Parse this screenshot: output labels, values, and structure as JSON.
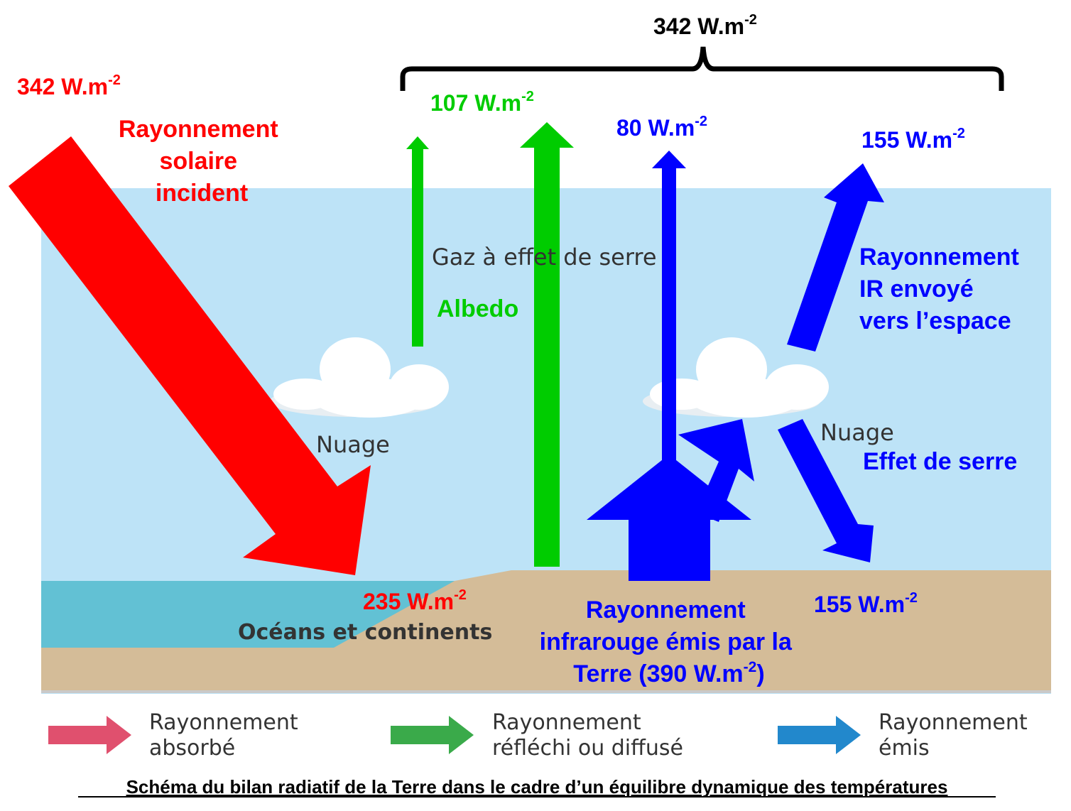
{
  "colors": {
    "sky": "#bde3f7",
    "ground": "#d4bc98",
    "ocean": "#62c1d4",
    "red": "#ff0000",
    "green": "#00cc00",
    "blue": "#0000ff"
  },
  "top_total": {
    "value": "342 W.m",
    "exp": "-2"
  },
  "incident": {
    "value": "342 W.m",
    "exp": "-2",
    "label_lines": [
      "Rayonnement",
      "solaire",
      "incident"
    ]
  },
  "albedo": {
    "small_value": "107 W.m",
    "exp": "-2",
    "label": "Albedo"
  },
  "blue_direct": {
    "value": "80 W.m",
    "exp": "-2"
  },
  "ir_space": {
    "value": "155 W.m",
    "exp": "-2",
    "label_lines": [
      "Rayonnement",
      "IR envoyé",
      "vers l’espace"
    ]
  },
  "greenhouse": {
    "label": "Effet de serre",
    "value": "155 W.m",
    "exp": "-2"
  },
  "absorbed": {
    "value": "235 W.m",
    "exp": "-2"
  },
  "earth_ir": {
    "line1": "Rayonnement",
    "line2": "infrarouge émis par la",
    "line3_pre": "Terre (390 W.m",
    "exp": "-2",
    "line3_post": ")"
  },
  "background_labels": {
    "gas": "Gaz à effet de serre",
    "cloud1": "Nuage",
    "cloud2": "Nuage",
    "ground": "Océans et continents"
  },
  "legend": [
    {
      "line1": "Rayonnement",
      "line2": "absorbé",
      "color": "#e0506e"
    },
    {
      "line1": "Rayonnement",
      "line2": "réfléchi ou diffusé",
      "color": "#3aaa4a"
    },
    {
      "line1": "Rayonnement",
      "line2": "émis",
      "color": "#2288cc"
    }
  ],
  "caption": "Schéma du bilan radiatif de la Terre dans le cadre d’un équilibre dynamique des températures"
}
